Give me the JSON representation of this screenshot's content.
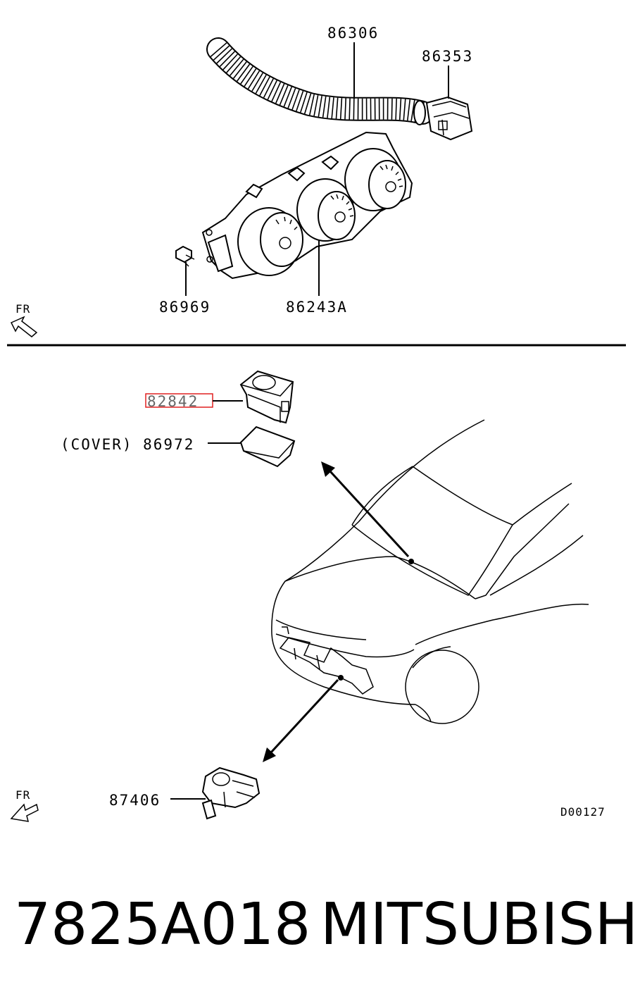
{
  "labels": {
    "hose": "86306",
    "connector": "86353",
    "screw": "86969",
    "control_unit": "86243A",
    "fr_top": "FR",
    "sensor": "82842",
    "cover": "(COVER) 86972",
    "ambient_sensor": "87406",
    "fr_bottom": "FR",
    "diagram_code": "D00127"
  },
  "footer": {
    "part_number": "7825A018",
    "brand": "MITSUBISHI"
  },
  "colors": {
    "highlight": "#e02020",
    "ink": "#000000"
  }
}
